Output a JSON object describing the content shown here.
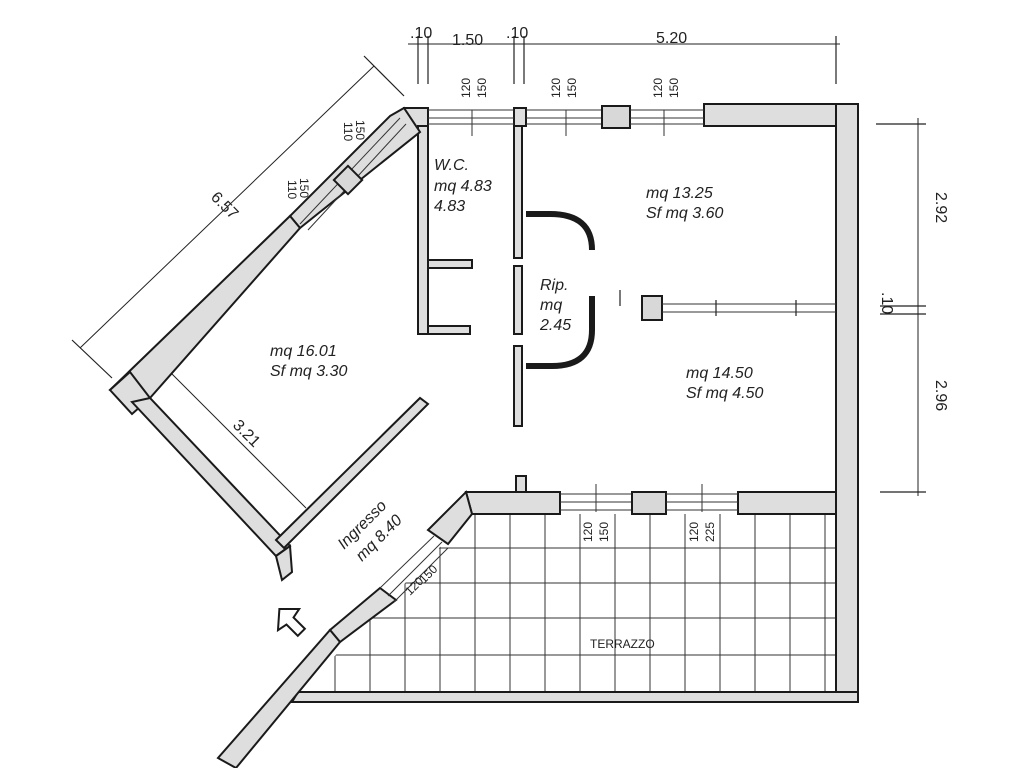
{
  "dimensions": {
    "top_wall_left": ".10",
    "top_wc_width": "1.50",
    "top_wall_mid": ".10",
    "top_room_width": "5.20",
    "right_upper": "2.92",
    "right_wall": ".10",
    "right_lower": "2.96",
    "diagonal_length": "6.57",
    "ingress_width": "3.21"
  },
  "windows": {
    "top_1": [
      "120",
      "150"
    ],
    "top_2": [
      "120",
      "150"
    ],
    "top_3": [
      "120",
      "150"
    ],
    "diag_1": [
      "110",
      "150"
    ],
    "diag_2": [
      "110",
      "150"
    ],
    "bottom_1": [
      "120",
      "150"
    ],
    "bottom_2": [
      "120",
      "225"
    ],
    "entry": [
      "120",
      "150"
    ]
  },
  "rooms": {
    "wc": {
      "name": "W.C.",
      "area": "mq  4.83",
      "area2": "4.83"
    },
    "room_upper": {
      "area": "mq  13.25",
      "sf": "Sf  mq  3.60"
    },
    "rip": {
      "name": "Rip.",
      "mq": "mq",
      "area": "2.45"
    },
    "room_lower": {
      "area": "mq  14.50",
      "sf": "Sf  mq  4.50"
    },
    "living": {
      "area": "mq  16.01",
      "sf": "Sf  mq    3.30"
    },
    "ingresso": {
      "name": "Ingresso",
      "area": "mq  8.40"
    },
    "terrace": {
      "name": "TERRAZZO"
    }
  }
}
